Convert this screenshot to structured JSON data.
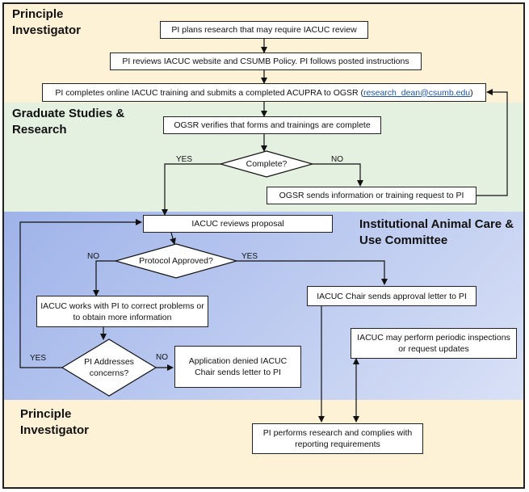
{
  "lanes": {
    "pi_top": "Principle\nInvestigator",
    "gsr": "Graduate Studies &\nResearch",
    "iacuc": "Institutional Animal Care &\nUse Committee",
    "pi_bottom": "Principle\nInvestigator"
  },
  "nodes": {
    "plans": "PI plans research that may require IACUC review",
    "reviews_website": "PI reviews IACUC website and CSUMB Policy. PI follows posted instructions",
    "completes_training_prefix": "PI completes online IACUC training and submits a completed ACUPRA to OGSR (",
    "completes_training_email": "research_dean@csumb.edu",
    "completes_training_suffix": ")",
    "ogsr_verifies": "OGSR verifies that forms and trainings are complete",
    "complete_q": "Complete?",
    "ogsr_sends": "OGSR sends information or training request to PI",
    "iacuc_reviews": "IACUC reviews proposal",
    "protocol_q": "Protocol Approved?",
    "chair_approval": "IACUC Chair sends approval letter to PI",
    "works_with_pi": "IACUC works with PI to correct problems or to obtain more information",
    "addresses_q": "PI Addresses concerns?",
    "denied": "Application denied IACUC Chair sends letter to PI",
    "periodic": "IACUC may perform periodic inspections or request updates",
    "performs": "PI performs research and complies with reporting requirements"
  },
  "edge_labels": {
    "complete_yes": "YES",
    "complete_no": "NO",
    "protocol_no": "NO",
    "protocol_yes": "YES",
    "addresses_yes": "YES",
    "addresses_no": "NO"
  },
  "colors": {
    "pi_lane": "#fdf2d6",
    "gsr_lane": "#e4f0e0",
    "iacuc_lane": "#b8c7ef",
    "link": "#1f55a6"
  }
}
